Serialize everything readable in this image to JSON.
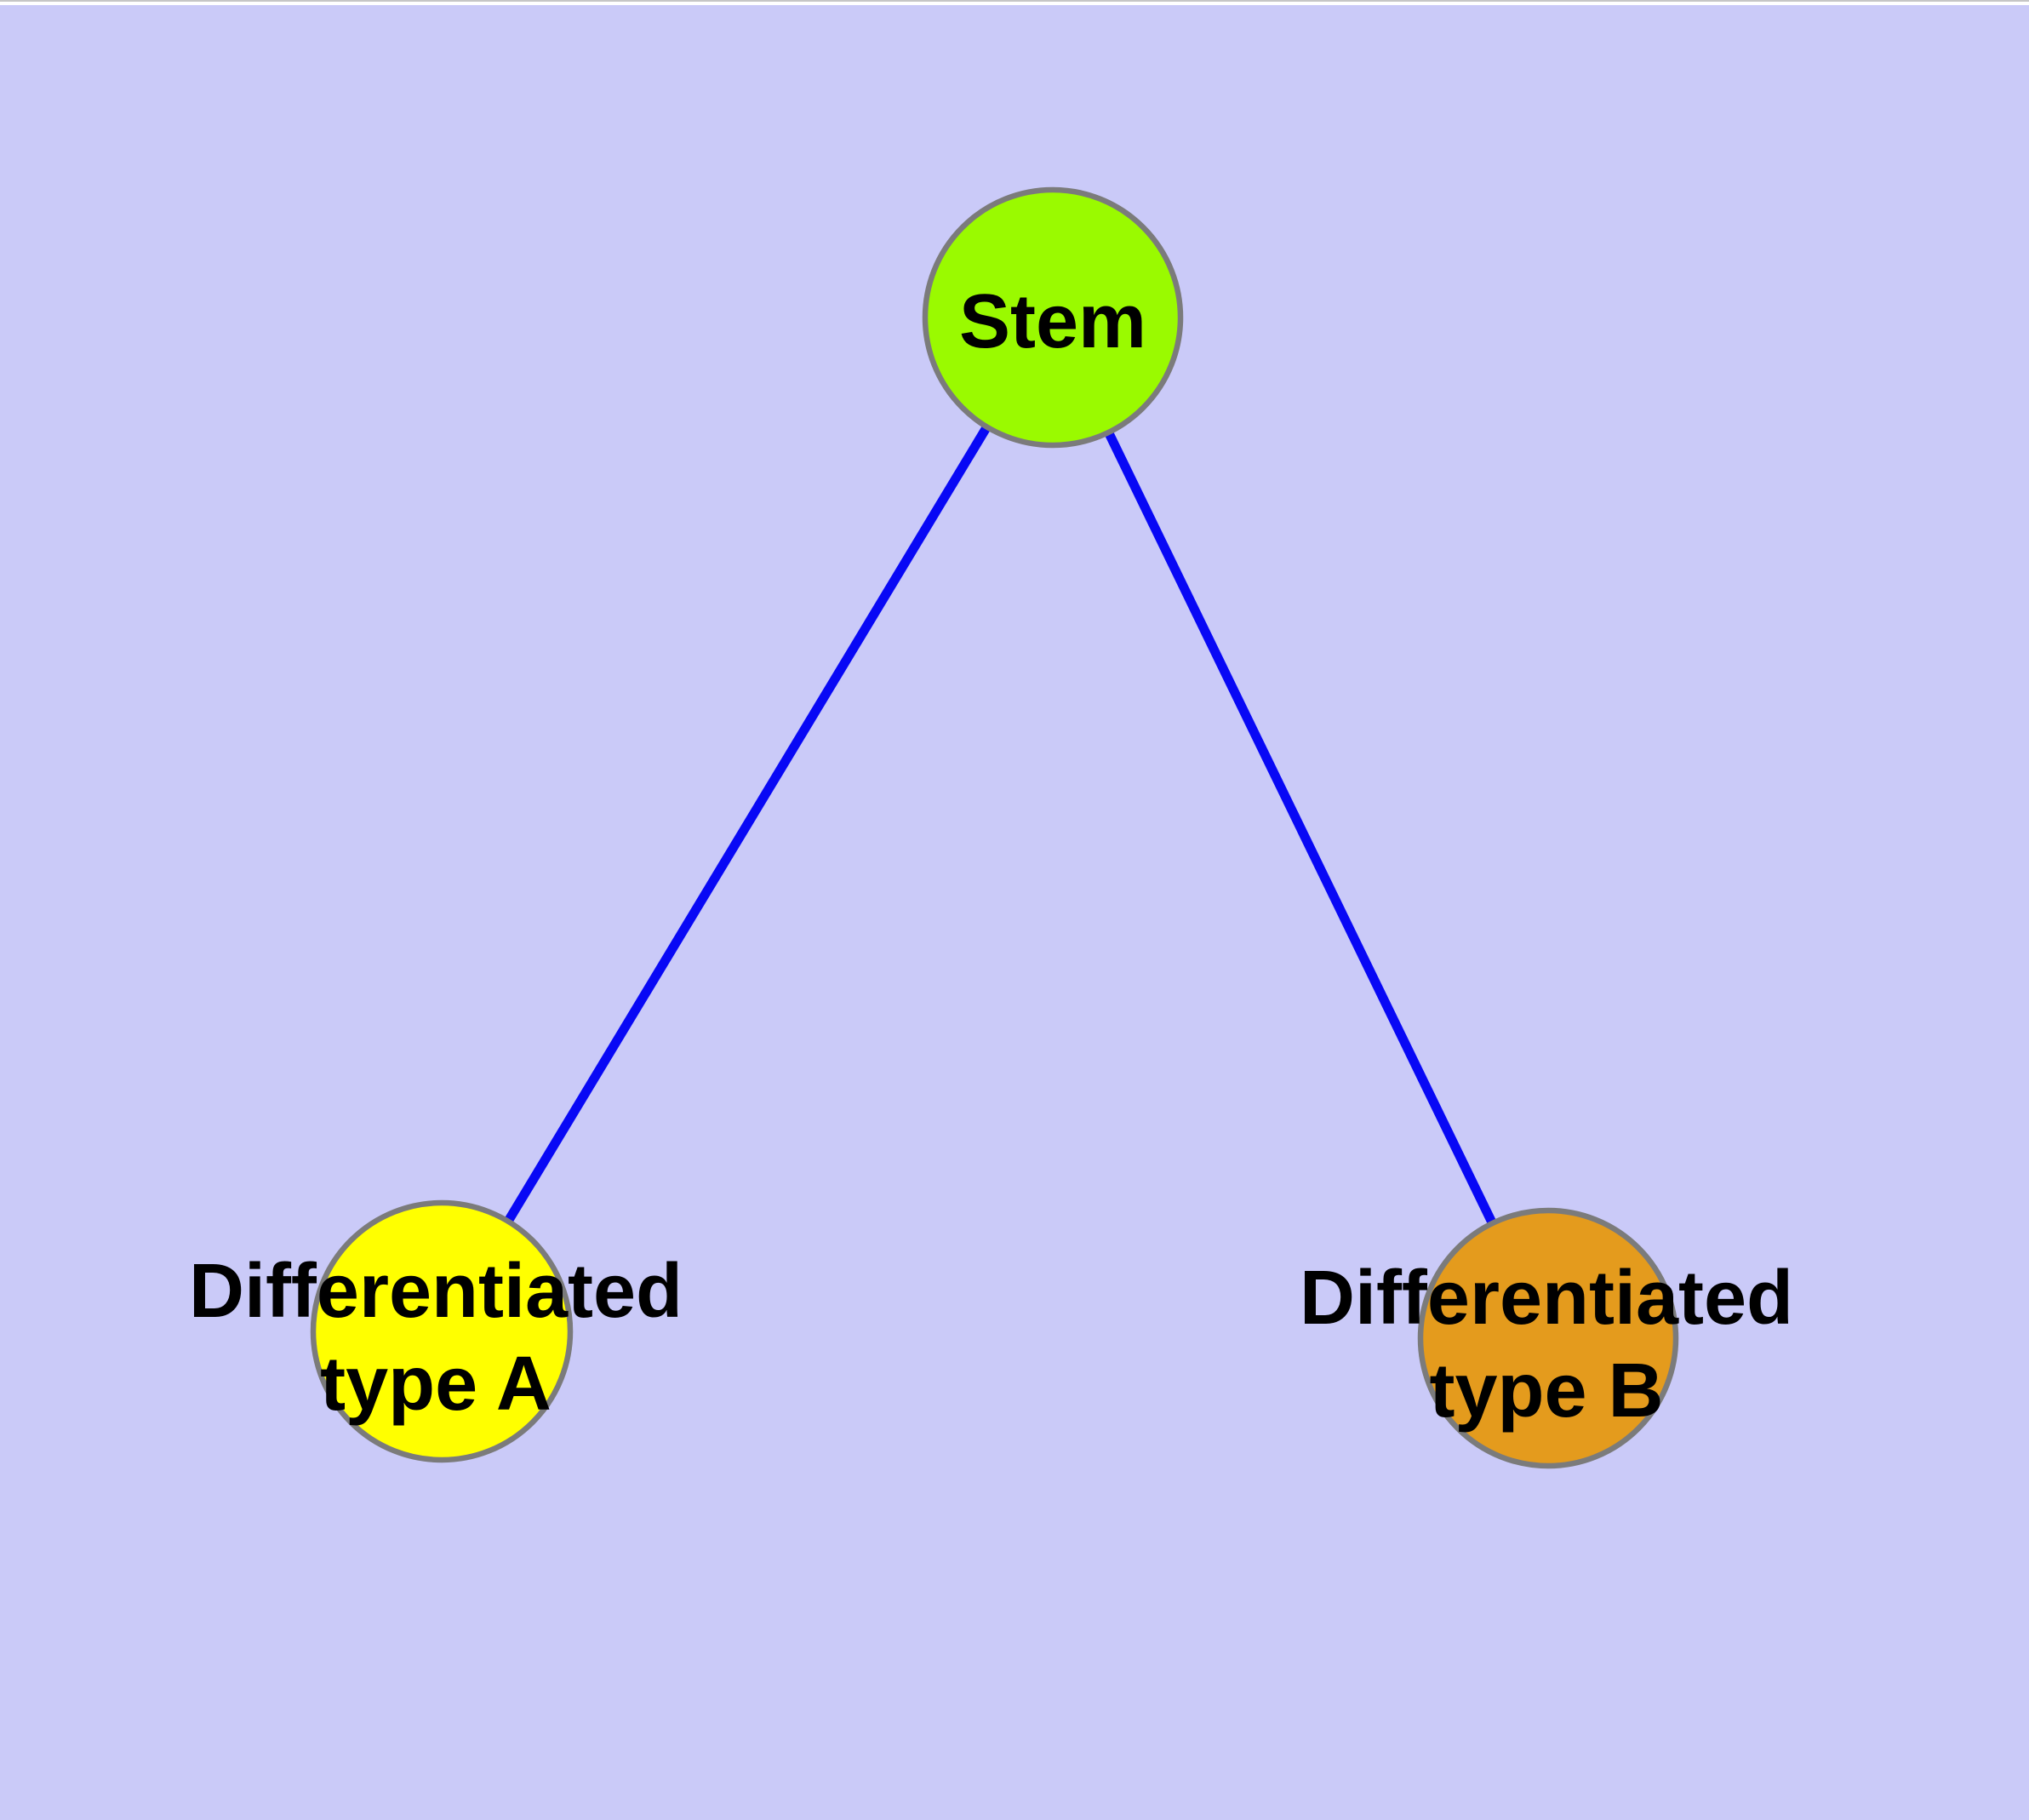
{
  "page": {
    "top_hairline_color": "#c6c6c6",
    "top_strip_color": "#ffffff"
  },
  "diagram": {
    "background_color": "#cacaf8",
    "edge_color": "#0808f5",
    "node_border_color": "#7b7b7b",
    "label_color": "#000000",
    "nodes": [
      {
        "id": "stem",
        "label_lines": [
          "Stem"
        ],
        "fill": "#9afa00"
      },
      {
        "id": "differentiated-type-a",
        "label_lines": [
          "Differentiated",
          "type A"
        ],
        "fill": "#ffff00"
      },
      {
        "id": "differentiated-type-b",
        "label_lines": [
          "Differentiated",
          "type B"
        ],
        "fill": "#e49b1d"
      }
    ],
    "edges": [
      {
        "from": "stem",
        "to": "differentiated-type-a"
      },
      {
        "from": "stem",
        "to": "differentiated-type-b"
      }
    ]
  }
}
